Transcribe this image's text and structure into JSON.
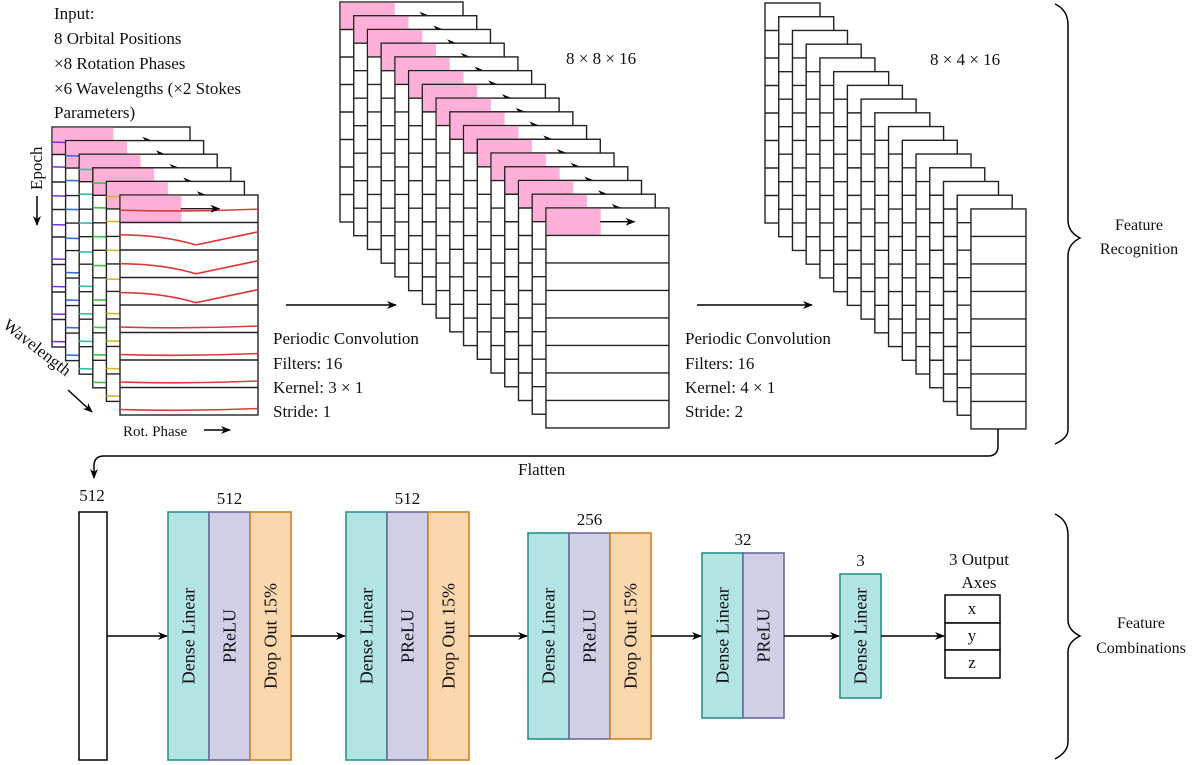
{
  "input": {
    "title_lines": [
      "Input:",
      "8 Orbital Positions",
      "×8 Rotation Phases",
      "×6 Wavelengths (×2 Stokes",
      "Parameters)"
    ],
    "axis_epoch": "Epoch",
    "axis_wavelength": "Wavelength",
    "axis_rot_phase": "Rot. Phase",
    "layers": 6,
    "rows": 8,
    "curve_colors": [
      "#7b2fd6",
      "#3a6fd8",
      "#2ec4a0",
      "#3cc43c",
      "#d4b82a",
      "#d93a3a"
    ]
  },
  "conv1": {
    "label_lines": [
      "Periodic Convolution",
      "Filters: 16",
      "Kernel: 3 × 1",
      "Stride: 1"
    ],
    "shape": "8 × 8 × 16",
    "layers": 16,
    "rows": 8
  },
  "conv2": {
    "label_lines": [
      "Periodic Convolution",
      "Filters: 16",
      "Kernel: 4 × 1",
      "Stride: 2"
    ],
    "shape": "8 × 4 × 16",
    "layers": 16,
    "rows": 8
  },
  "flatten": {
    "label": "Flatten"
  },
  "groups": {
    "feature_recognition": [
      "Feature",
      "Recognition"
    ],
    "feature_combinations": [
      "Feature",
      "Combinations"
    ]
  },
  "dense": {
    "input_size": "512",
    "blocks": [
      {
        "size": "512",
        "layers": [
          "Dense Linear",
          "PReLU",
          "Drop Out 15%"
        ]
      },
      {
        "size": "512",
        "layers": [
          "Dense Linear",
          "PReLU",
          "Drop Out 15%"
        ]
      },
      {
        "size": "256",
        "layers": [
          "Dense Linear",
          "PReLU",
          "Drop Out 15%"
        ]
      },
      {
        "size": "32",
        "layers": [
          "Dense Linear",
          "PReLU"
        ]
      },
      {
        "size": "3",
        "layers": [
          "Dense Linear"
        ]
      }
    ],
    "output": {
      "title_lines": [
        "3 Output",
        "Axes"
      ],
      "axes": [
        "x",
        "y",
        "z"
      ]
    }
  },
  "colors": {
    "dense_fill": "#b2e4e4",
    "dense_stroke": "#2a9090",
    "prelu_fill": "#d0cfe6",
    "prelu_stroke": "#6a6a9a",
    "dropout_fill": "#fad7ac",
    "dropout_stroke": "#c8822a",
    "kernel_highlight": "#ffb0d8"
  }
}
